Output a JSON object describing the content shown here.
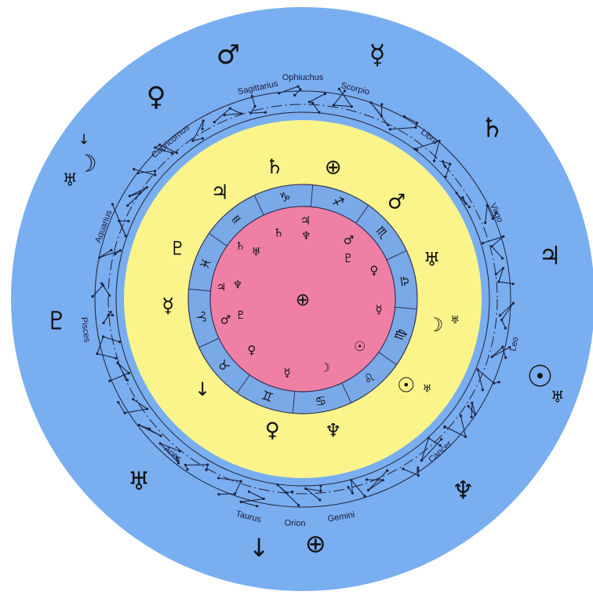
{
  "colors": {
    "outer_ring": "#79aef0",
    "yellow_ring": "#fbf48b",
    "blue_band": "#7aa9e8",
    "pink_core": "#f07fa6",
    "ink": "#111111"
  },
  "center_symbol": "⊕",
  "outer_ring": {
    "constellation_labels": [
      {
        "text": "Sagittarius",
        "angle": -102,
        "r": 275
      },
      {
        "text": "Ophiuchus",
        "angle": -90,
        "r": 282
      },
      {
        "text": "Scorpio",
        "angle": -76,
        "r": 276
      },
      {
        "text": "Libra",
        "angle": -52,
        "r": 262
      },
      {
        "text": "Virgo",
        "angle": -24,
        "r": 270
      },
      {
        "text": "Leo",
        "angle": 12,
        "r": 276
      },
      {
        "text": "Cancer",
        "angle": 48,
        "r": 262
      },
      {
        "text": "Gemini",
        "angle": 80,
        "r": 282
      },
      {
        "text": "Orion",
        "angle": 92,
        "r": 286
      },
      {
        "text": "Taurus",
        "angle": 104,
        "r": 286
      },
      {
        "text": "Aries",
        "angle": 130,
        "r": 258
      },
      {
        "text": "Pisces",
        "angle": 172,
        "r": 280
      },
      {
        "text": "Aquarius",
        "angle": -160,
        "r": 270
      },
      {
        "text": "Capricornus",
        "angle": -130,
        "r": 262
      }
    ],
    "planet_symbols": [
      {
        "symbol": "♂",
        "angle": -107,
        "r": 325,
        "size": 34
      },
      {
        "symbol": "☿",
        "angle": -73,
        "r": 325,
        "size": 34
      },
      {
        "symbol": "♄",
        "angle": -42,
        "r": 325,
        "size": 34
      },
      {
        "symbol": "♃",
        "angle": -10,
        "r": 320,
        "size": 32
      },
      {
        "symbol": "☉",
        "angle": 18,
        "r": 318,
        "size": 38
      },
      {
        "symbol": "♅",
        "angle": 21,
        "r": 348,
        "size": 20
      },
      {
        "symbol": "♆",
        "angle": 50,
        "r": 318,
        "size": 32
      },
      {
        "symbol": "⊕",
        "angle": 87,
        "r": 312,
        "size": 32
      },
      {
        "symbol": "↓",
        "angle": 100,
        "r": 322,
        "size": 32
      },
      {
        "symbol": "♅",
        "angle": 132,
        "r": 312,
        "size": 32
      },
      {
        "symbol": "♇",
        "angle": 175,
        "r": 315,
        "size": 32
      },
      {
        "symbol": "♅",
        "angle": -153,
        "r": 333,
        "size": 22
      },
      {
        "symbol": "☽",
        "angle": -148,
        "r": 325,
        "size": 30
      },
      {
        "symbol": "↓",
        "angle": -144,
        "r": 345,
        "size": 18
      },
      {
        "symbol": "♀",
        "angle": -126,
        "r": 318,
        "size": 34
      }
    ]
  },
  "yellow_ring": {
    "symbols": [
      {
        "symbol": "♄",
        "angle": -102,
        "r": 172,
        "size": 26
      },
      {
        "symbol": "⊕",
        "angle": -77,
        "r": 172,
        "size": 26
      },
      {
        "symbol": "♂",
        "angle": -46,
        "r": 172,
        "size": 26
      },
      {
        "symbol": "♅",
        "angle": -17,
        "r": 172,
        "size": 24
      },
      {
        "symbol": "☽",
        "angle": 11,
        "r": 172,
        "size": 24
      },
      {
        "symbol": "♅",
        "angle": 8,
        "r": 196,
        "size": 13
      },
      {
        "symbol": "☉",
        "angle": 40,
        "r": 172,
        "size": 26
      },
      {
        "symbol": "♅",
        "angle": 36,
        "r": 196,
        "size": 13
      },
      {
        "symbol": "♆",
        "angle": 77,
        "r": 172,
        "size": 24
      },
      {
        "symbol": "♀",
        "angle": 103,
        "r": 172,
        "size": 26
      },
      {
        "symbol": "↓",
        "angle": 138,
        "r": 172,
        "size": 24
      },
      {
        "symbol": "☿",
        "angle": 177,
        "r": 172,
        "size": 26
      },
      {
        "symbol": "♇",
        "angle": -158,
        "r": 172,
        "size": 24
      },
      {
        "symbol": "♃",
        "angle": -128,
        "r": 172,
        "size": 26
      }
    ]
  },
  "zodiac_band": {
    "signs": [
      {
        "symbol": "♑",
        "angle": -100
      },
      {
        "symbol": "♐",
        "angle": -70
      },
      {
        "symbol": "♏",
        "angle": -40
      },
      {
        "symbol": "♎",
        "angle": -10
      },
      {
        "symbol": "♍",
        "angle": 20
      },
      {
        "symbol": "♌",
        "angle": 50
      },
      {
        "symbol": "♋",
        "angle": 80
      },
      {
        "symbol": "♊",
        "angle": 110
      },
      {
        "symbol": "♉",
        "angle": 140
      },
      {
        "symbol": "♈",
        "angle": 170
      },
      {
        "symbol": "♓",
        "angle": -160
      },
      {
        "symbol": "♒",
        "angle": -130
      }
    ]
  },
  "pink_core": {
    "symbols": [
      {
        "symbol": "♃",
        "angle": -88,
        "r": 100,
        "size": 15
      },
      {
        "symbol": "♆",
        "angle": -87,
        "r": 80,
        "size": 14
      },
      {
        "symbol": "♄",
        "angle": -110,
        "r": 90,
        "size": 15
      },
      {
        "symbol": "♂",
        "angle": -52,
        "r": 95,
        "size": 15
      },
      {
        "symbol": "♇",
        "angle": -42,
        "r": 78,
        "size": 15
      },
      {
        "symbol": "♀",
        "angle": -22,
        "r": 98,
        "size": 15
      },
      {
        "symbol": "☿",
        "angle": 8,
        "r": 98,
        "size": 15
      },
      {
        "symbol": "☉",
        "angle": 40,
        "r": 95,
        "size": 17
      },
      {
        "symbol": "☽",
        "angle": 72,
        "r": 92,
        "size": 15
      },
      {
        "symbol": "☿",
        "angle": 102,
        "r": 96,
        "size": 15
      },
      {
        "symbol": "♀",
        "angle": 135,
        "r": 92,
        "size": 15
      },
      {
        "symbol": "♂",
        "angle": 165,
        "r": 102,
        "size": 15
      },
      {
        "symbol": "♇",
        "angle": 165,
        "r": 82,
        "size": 14
      },
      {
        "symbol": "♃",
        "angle": -172,
        "r": 105,
        "size": 14
      },
      {
        "symbol": "♆",
        "angle": -168,
        "r": 85,
        "size": 14
      },
      {
        "symbol": "♄",
        "angle": -140,
        "r": 104,
        "size": 14
      },
      {
        "symbol": "♅",
        "angle": -135,
        "r": 84,
        "size": 14
      }
    ]
  }
}
